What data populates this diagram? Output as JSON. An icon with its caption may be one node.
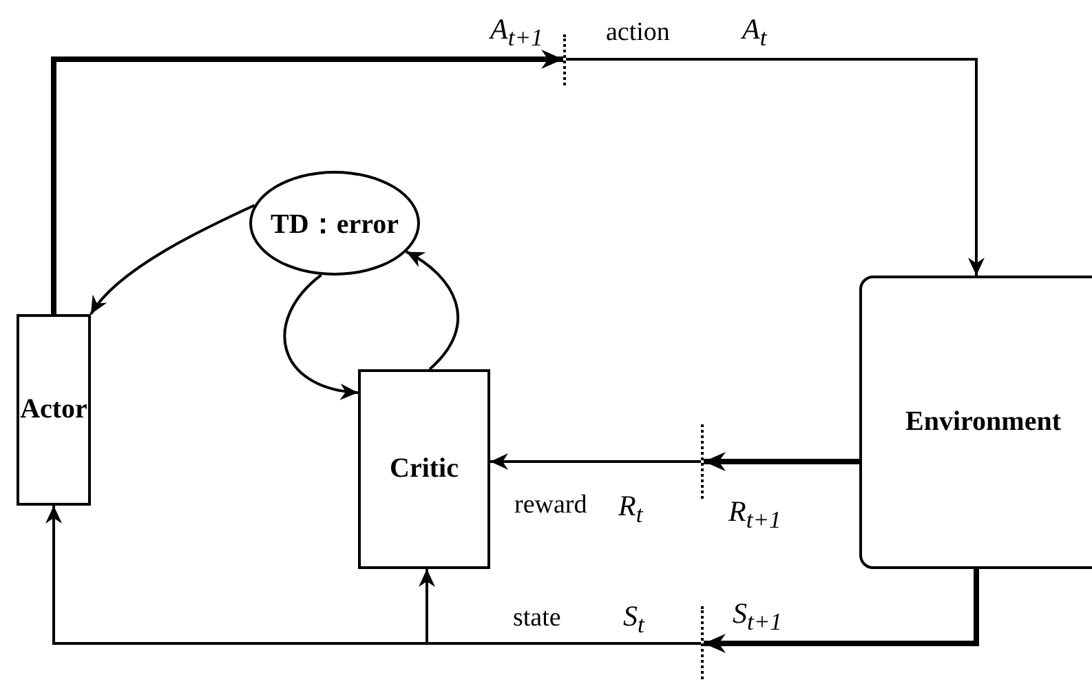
{
  "diagram": {
    "nodes": [
      {
        "text": [
          "Actor"
        ]
      },
      {
        "text": [
          "TD：error"
        ]
      },
      {
        "text": [
          "Critic"
        ]
      },
      {
        "text": [
          "Environment"
        ]
      },
      {
        "text": [],
        "shape": "bar"
      },
      {
        "text": [],
        "shape": "bar"
      },
      {
        "text": [],
        "shape": "bar"
      }
    ],
    "edges": [
      {
        "from": 0,
        "to": 4,
        "arrow": "to",
        "style": "thick"
      },
      {
        "from": 4,
        "to": 3,
        "arrow": "to"
      },
      {
        "from": 1,
        "to": 0,
        "arrow": "to"
      },
      {
        "from": 1,
        "to": 2,
        "arrow": "to"
      },
      {
        "from": 2,
        "to": 1,
        "arrow": "to"
      },
      {
        "from": 3,
        "to": 5,
        "arrow": "to",
        "style": "thick"
      },
      {
        "from": 5,
        "to": 2,
        "arrow": "to"
      },
      {
        "from": 3,
        "to": 6,
        "arrow": "to",
        "style": "thick"
      },
      {
        "from": 6,
        "to": 0,
        "arrow": "to"
      },
      {
        "from": 6,
        "to": 2,
        "arrow": "to"
      }
    ],
    "labels": [
      "A$_{t+1}$",
      "action",
      "A$_{t}$",
      "reward",
      "R$_{t}$",
      "R$_{t+1}$",
      "state",
      "S$_{t}$",
      "S$_{t+1}$"
    ]
  }
}
